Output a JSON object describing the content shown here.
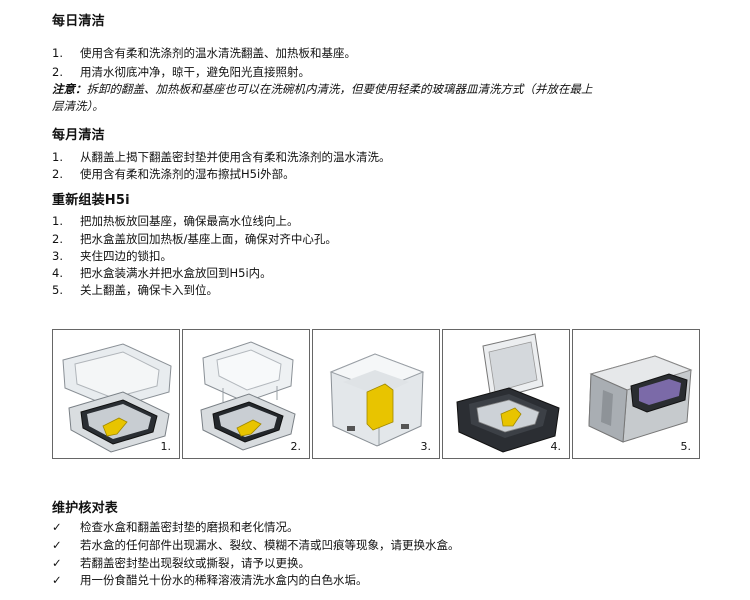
{
  "daily": {
    "title": "每日清洁",
    "items": [
      {
        "num": "1.",
        "text": "使用含有柔和洗涤剂的温水清洗翻盖、加热板和基座。"
      },
      {
        "num": "2.",
        "text": "用清水彻底冲净，晾干，避免阳光直接照射。"
      }
    ],
    "note_label": "注意：",
    "note_line1": "拆卸的翻盖、加热板和基座也可以在洗碗机内清洗，但要使用轻柔的玻璃器皿清洗方式（并放在最上",
    "note_line2": "层清洗）。"
  },
  "monthly": {
    "title": "每月清洁",
    "items": [
      {
        "num": "1.",
        "text": "从翻盖上揭下翻盖密封垫并使用含有柔和洗涤剂的温水清洗。"
      },
      {
        "num": "2.",
        "text": "使用含有柔和洗涤剂的湿布擦拭H5i外部。"
      }
    ]
  },
  "reassemble": {
    "title": "重新组装H5i",
    "items": [
      {
        "num": "1.",
        "text": "把加热板放回基座，确保最高水位线向上。"
      },
      {
        "num": "2.",
        "text": "把水盒盖放回加热板/基座上面，确保对齐中心孔。"
      },
      {
        "num": "3.",
        "text": "夹住四边的锁扣。"
      },
      {
        "num": "4.",
        "text": "把水盒装满水并把水盒放回到H5i内。"
      },
      {
        "num": "5.",
        "text": "关上翻盖，确保卡入到位。"
      }
    ]
  },
  "figures": [
    "1.",
    "2.",
    "3.",
    "4.",
    "5."
  ],
  "checklist": {
    "title": "维护核对表",
    "mark": "✓",
    "items": [
      "检查水盒和翻盖密封垫的磨损和老化情况。",
      "若水盒的任何部件出现漏水、裂纹、模糊不清或凹痕等现象，请更换水盒。",
      "若翻盖密封垫出现裂纹或撕裂，请予以更换。",
      "用一份食醋兑十份水的稀释溶液清洗水盒内的白色水垢。"
    ]
  },
  "colors": {
    "accent_yellow": "#e8c400",
    "device_purple": "#7b6aa8"
  }
}
